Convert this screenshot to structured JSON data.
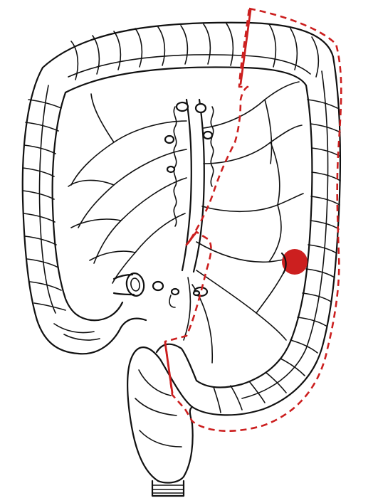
{
  "diagram": {
    "subject": "colon-anatomy",
    "highlight_color": "#cc1f1f",
    "line_color": "#111111",
    "background": "#ffffff",
    "features": [
      "resection-margin-dashed",
      "transection-lines",
      "lesion-marker"
    ]
  }
}
